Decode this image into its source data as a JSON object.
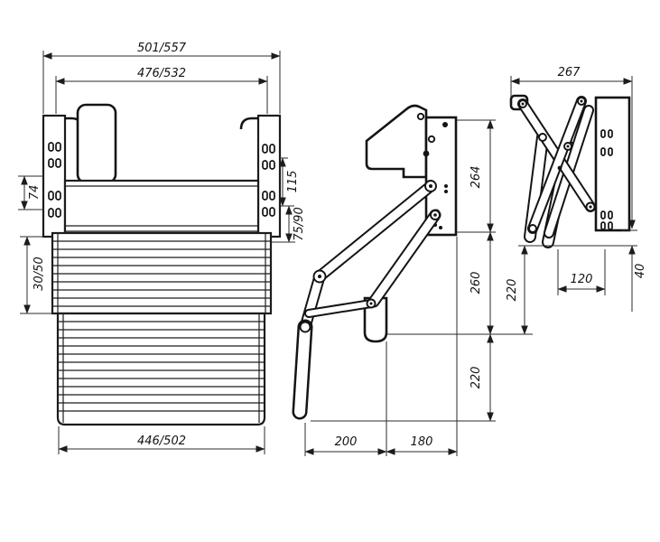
{
  "dims": {
    "front": {
      "overall_width": "501/557",
      "mount_width": "476/532",
      "step_width": "446/502",
      "left_hole_spacing": "74",
      "left_offset": "30/50",
      "right_hole_spacing": "115",
      "right_offset": "75/90"
    },
    "side_extended": {
      "bracket_height": "264",
      "upper_step_drop": "260",
      "lower_step_drop": "220",
      "upper_step_reach": "200",
      "lower_step_reach": "180"
    },
    "side_folded": {
      "overall_depth": "267",
      "package_offset": "120",
      "package_drop": "40",
      "package_height": "220"
    }
  },
  "style": {
    "line_color": "#1c1c1c",
    "background": "#ffffff"
  }
}
